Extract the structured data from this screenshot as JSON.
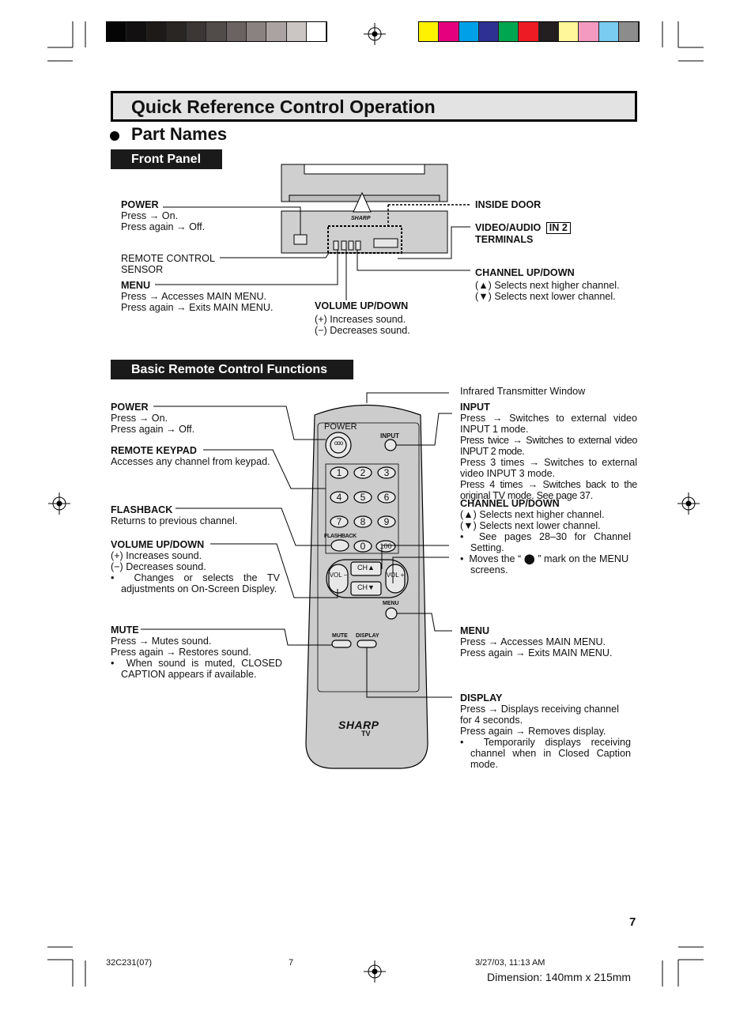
{
  "header": {
    "title": "Quick Reference Control Operation",
    "subtitle": "Part Names",
    "front_panel_heading": "Front Panel",
    "remote_heading": "Basic Remote Control Functions"
  },
  "front_panel": {
    "power": {
      "title": "POWER",
      "lines": [
        "Press → On.",
        "Press again → Off."
      ]
    },
    "remote_sensor": {
      "lines": [
        "REMOTE CONTROL",
        "SENSOR"
      ]
    },
    "menu": {
      "title": "MENU",
      "lines": [
        "Press → Accesses MAIN MENU.",
        "Press again → Exits MAIN MENU."
      ]
    },
    "volume": {
      "title": "VOLUME UP/DOWN",
      "lines": [
        "(+) Increases sound.",
        "(−) Decreases sound."
      ]
    },
    "inside_door": {
      "title": "INSIDE DOOR"
    },
    "video_audio": {
      "title": "VIDEO/AUDIO",
      "badge": "IN 2",
      "title2": "TERMINALS"
    },
    "channel": {
      "title": "CHANNEL UP/DOWN",
      "lines": [
        "(▲)  Selects next higher channel.",
        "(▼)  Selects next lower channel."
      ]
    },
    "tv_brand": "SHARP"
  },
  "remote": {
    "power": {
      "title": "POWER",
      "lines": [
        "Press → On.",
        "Press again → Off."
      ]
    },
    "keypad": {
      "title": "REMOTE KEYPAD",
      "lines": [
        "Accesses any channel from keypad."
      ]
    },
    "flashback": {
      "title": "FLASHBACK",
      "lines": [
        "Returns to previous channel."
      ]
    },
    "volume": {
      "title": "VOLUME UP/DOWN",
      "lines": [
        "(+) Increases sound.",
        "(−) Decreases sound."
      ],
      "bullet": "Changes or selects the TV adjustments on On-Screen Displey."
    },
    "mute": {
      "title": "MUTE",
      "lines": [
        "Press → Mutes sound.",
        "Press again → Restores sound."
      ],
      "bullet": "When sound is muted, CLOSED CAPTION appears if available."
    },
    "infrared": "Infrared Transmitter Window",
    "input": {
      "title": "INPUT",
      "paras": [
        "Press → Switches to external video INPUT 1 mode.",
        "Press twice → Switches to external video INPUT 2 mode.",
        "Press 3 times → Switches to external video INPUT 3 mode.",
        "Press 4 times → Switches back to the original TV mode. See page 37."
      ]
    },
    "channel": {
      "title": "CHANNEL UP/DOWN",
      "lines": [
        "(▲) Selects next higher channel.",
        "(▼) Selects next lower channel."
      ],
      "bullets": [
        "See pages 28–30 for Channel Setting.",
        "Moves the “ ⬤ ” mark on the MENU screens."
      ]
    },
    "menu": {
      "title": "MENU",
      "lines": [
        "Press → Accesses MAIN MENU.",
        "Press again → Exits MAIN MENU."
      ]
    },
    "display": {
      "title": "DISPLAY",
      "paras": [
        "Press → Displays receiving channel for 4 seconds.",
        "Press again → Removes display."
      ],
      "bullet": "Temporarily displays receiving channel when in Closed Caption mode."
    },
    "device": {
      "power_label": "POWER",
      "input_label": "INPUT",
      "keys": [
        "1",
        "2",
        "3",
        "4",
        "5",
        "6",
        "7",
        "8",
        "9",
        "0",
        "100"
      ],
      "flashback_label": "FLASHBACK",
      "ch_up": "CH▲",
      "ch_down": "CH▼",
      "vol_minus": "VOL −",
      "vol_plus": "VOL +",
      "menu_label": "MENU",
      "mute_label": "MUTE",
      "display_label": "DISPLAY",
      "brand": "SHARP",
      "brand_sub": "TV"
    }
  },
  "footer": {
    "page_number": "7",
    "file_code": "32C231(07)",
    "sheet": "7",
    "datetime": "3/27/03, 11:13 AM",
    "dimension": "Dimension: 140mm x 215mm"
  },
  "colors": {
    "gray_strip": [
      "#050505",
      "#121010",
      "#1d1a18",
      "#2a2624",
      "#3c3735",
      "#514b49",
      "#6b6361",
      "#8a8280",
      "#aaa3a1",
      "#cbc6c4",
      "#ffffff"
    ],
    "color_strip": [
      "#fff200",
      "#e5007e",
      "#00a0e9",
      "#2e3192",
      "#00a650",
      "#ed1c24",
      "#231f20",
      "#fff799",
      "#f49ac1",
      "#7accf0",
      "#8c8c8c"
    ]
  }
}
